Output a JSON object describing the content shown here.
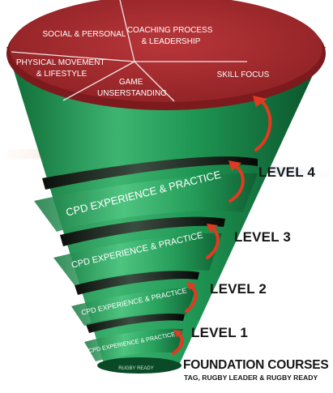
{
  "top_segments": [
    {
      "lines": [
        "SOCIAL & PERSONAL"
      ]
    },
    {
      "lines": [
        "COACHING PROCESS",
        "& LEADERSHIP"
      ]
    },
    {
      "lines": [
        "SKILL FOCUS"
      ]
    },
    {
      "lines": [
        "GAME",
        "UNSERSTANDING"
      ]
    },
    {
      "lines": [
        "PHYSICAL MOVEMENT",
        "& LIFESTYLE"
      ]
    }
  ],
  "band_label": "CPD EXPERIENCE & PRACTICE",
  "tip_label": "RUGBY READY",
  "levels": [
    "LEVEL 4",
    "LEVEL 3",
    "LEVEL 2",
    "LEVEL 1"
  ],
  "foundation": {
    "title": "FOUNDATION COURSES",
    "subtitle": "TAG, RUGBY LEADER & RUGBY READY"
  },
  "colors": {
    "cone_green": "#1f9a56",
    "cone_dark": "#0c5a2e",
    "cone_light": "#4cc27e",
    "top_red": "#a72b2e",
    "top_dark": "#7c1a1d",
    "arrow_red": "#e23a21",
    "text_dark": "#161616"
  }
}
